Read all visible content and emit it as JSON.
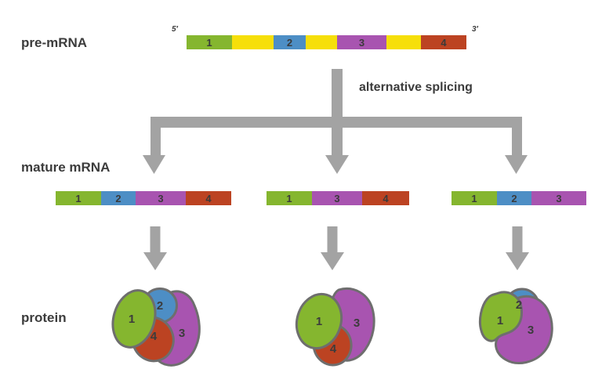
{
  "title": "alternative splicing diagram",
  "colors": {
    "exon1": "#85b62f",
    "exon2": "#4d8ec5",
    "exon3": "#a854b0",
    "exon4": "#bc4322",
    "intron": "#f6df0a",
    "arrow": "#a3a3a3",
    "outline": "#6e6e6e",
    "text": "#3c3c3c",
    "background": "#ffffff"
  },
  "labels": {
    "pre_mrna": "pre-mRNA",
    "mature_mrna": "mature mRNA",
    "protein": "protein",
    "alternative_splicing": "alternative splicing",
    "five_prime": "5′",
    "three_prime": "3′"
  },
  "pre_mrna": {
    "segments": [
      {
        "type": "exon",
        "label": "1",
        "color": "#85b62f"
      },
      {
        "type": "intron",
        "label": "",
        "color": "#f6df0a"
      },
      {
        "type": "exon",
        "label": "2",
        "color": "#4d8ec5"
      },
      {
        "type": "intron",
        "label": "",
        "color": "#f6df0a"
      },
      {
        "type": "exon",
        "label": "3",
        "color": "#a854b0"
      },
      {
        "type": "intron",
        "label": "",
        "color": "#f6df0a"
      },
      {
        "type": "exon",
        "label": "4",
        "color": "#bc4322"
      }
    ]
  },
  "mature_mrna": {
    "strips": [
      {
        "segments": [
          {
            "label": "1",
            "color": "#85b62f"
          },
          {
            "label": "2",
            "color": "#4d8ec5"
          },
          {
            "label": "3",
            "color": "#a854b0"
          },
          {
            "label": "4",
            "color": "#bc4322"
          }
        ]
      },
      {
        "segments": [
          {
            "label": "1",
            "color": "#85b62f"
          },
          {
            "label": "3",
            "color": "#a854b0"
          },
          {
            "label": "4",
            "color": "#bc4322"
          }
        ]
      },
      {
        "segments": [
          {
            "label": "1",
            "color": "#85b62f"
          },
          {
            "label": "2",
            "color": "#4d8ec5"
          },
          {
            "label": "3",
            "color": "#a854b0"
          }
        ]
      }
    ]
  },
  "proteins": [
    {
      "domains": [
        {
          "label": "1"
        },
        {
          "label": "2"
        },
        {
          "label": "3"
        },
        {
          "label": "4"
        }
      ]
    },
    {
      "domains": [
        {
          "label": "1"
        },
        {
          "label": "3"
        },
        {
          "label": "4"
        }
      ]
    },
    {
      "domains": [
        {
          "label": "1"
        },
        {
          "label": "2"
        },
        {
          "label": "3"
        }
      ]
    }
  ]
}
